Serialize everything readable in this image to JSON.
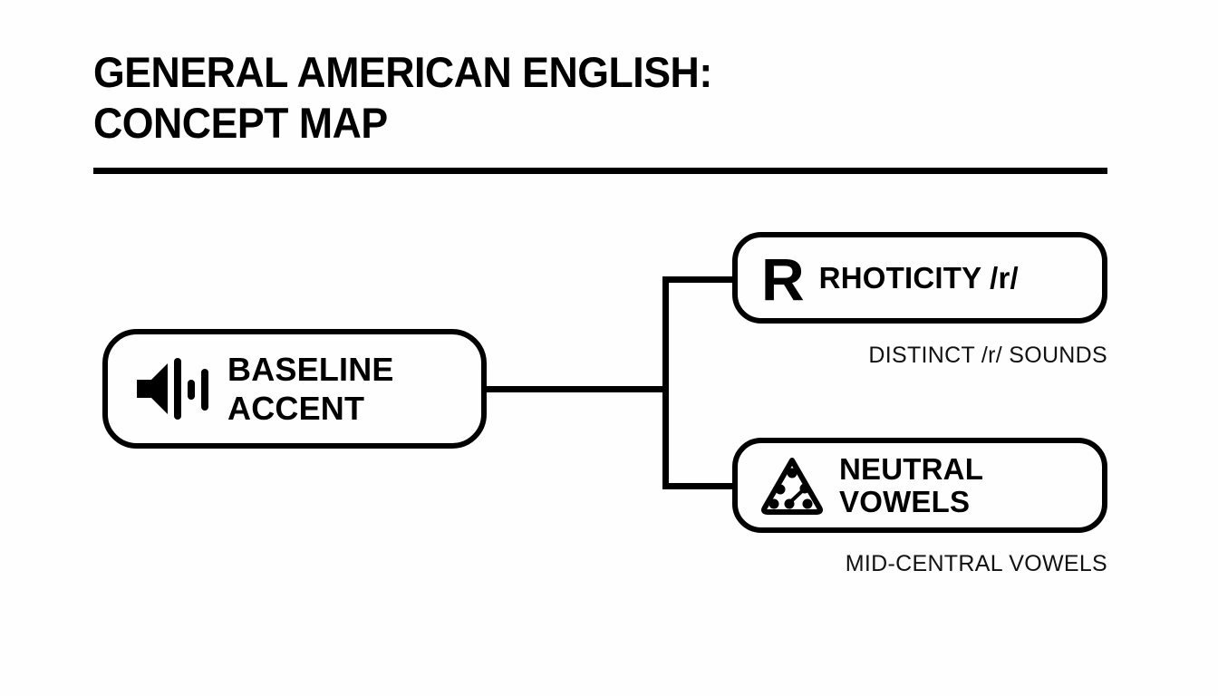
{
  "header": {
    "title_line1": "GENERAL AMERICAN ENGLISH:",
    "title_line2": "CONCEPT MAP"
  },
  "colors": {
    "background": "#fefefe",
    "ink": "#000000",
    "rule": "#000000"
  },
  "diagram": {
    "type": "concept-map",
    "root": {
      "id": "baseline-accent",
      "label": "BASELINE\nACCENT",
      "icon": "speaker-volume-icon"
    },
    "branches": [
      {
        "id": "rhoticity",
        "label": "RHOTICITY /r/",
        "icon": "letter-r-icon",
        "icon_glyph": "R",
        "caption": "DISTINCT /r/ SOUNDS"
      },
      {
        "id": "neutral-vowels",
        "label": "NEUTRAL VOWELS",
        "icon": "vowel-triangle-icon",
        "caption": "MID-CENTRAL VOWELS"
      }
    ]
  }
}
